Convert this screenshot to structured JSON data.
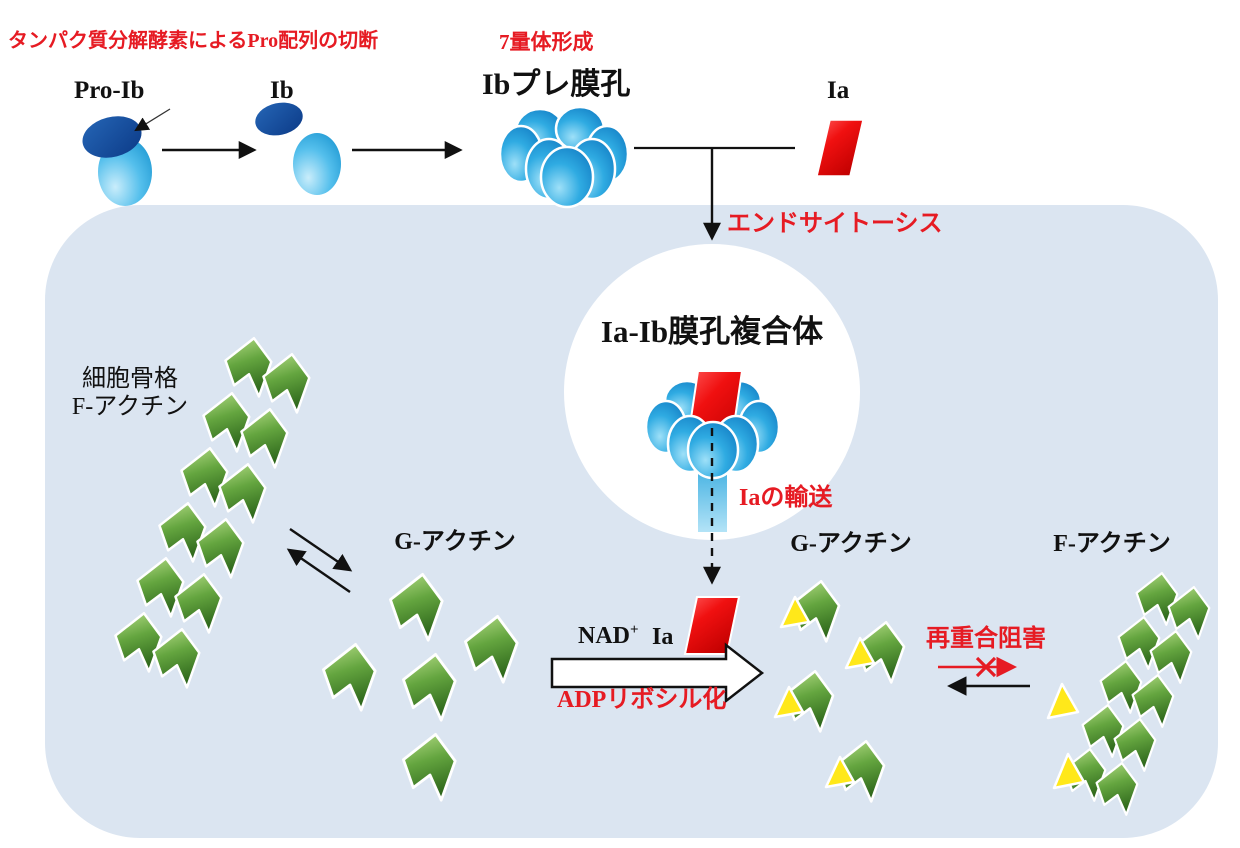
{
  "top": {
    "protease_caption": "タンパク質分解酵素によるPro配列の切断",
    "heptamer_caption": "7量体形成",
    "pro_ib_label": "Pro-Ib",
    "ib_label": "Ib",
    "ib_prepore_label": "Ibプレ膜孔",
    "ia_label": "Ia"
  },
  "cell": {
    "endocytosis_label": "エンドサイトーシス",
    "pore_complex_label": "Ia-Ib膜孔複合体",
    "ia_transport_label": "Iaの輸送",
    "cytoskeleton_label_line1": "細胞骨格",
    "cytoskeleton_label_line2": "F-アクチン",
    "g_actin_left_label": "G-アクチン",
    "nad_label": "NAD",
    "nad_superscript": "+",
    "ia_enzyme_label": "Ia",
    "adp_ribosylation_label": "ADPリボシル化",
    "g_actin_right_label": "G-アクチン",
    "repolymerization_inhibition_label": "再重合阻害",
    "f_actin_right_label": "F-アクチン"
  },
  "colors": {
    "red_accent": "#e61b23",
    "cell_fill": "#dbe5f1",
    "toxin_blue": "#1b9cd8",
    "pro_peptide_blue": "#15489e",
    "actin_green": "#5a9c3a",
    "adp_ribose_yellow": "#ffe81a"
  }
}
